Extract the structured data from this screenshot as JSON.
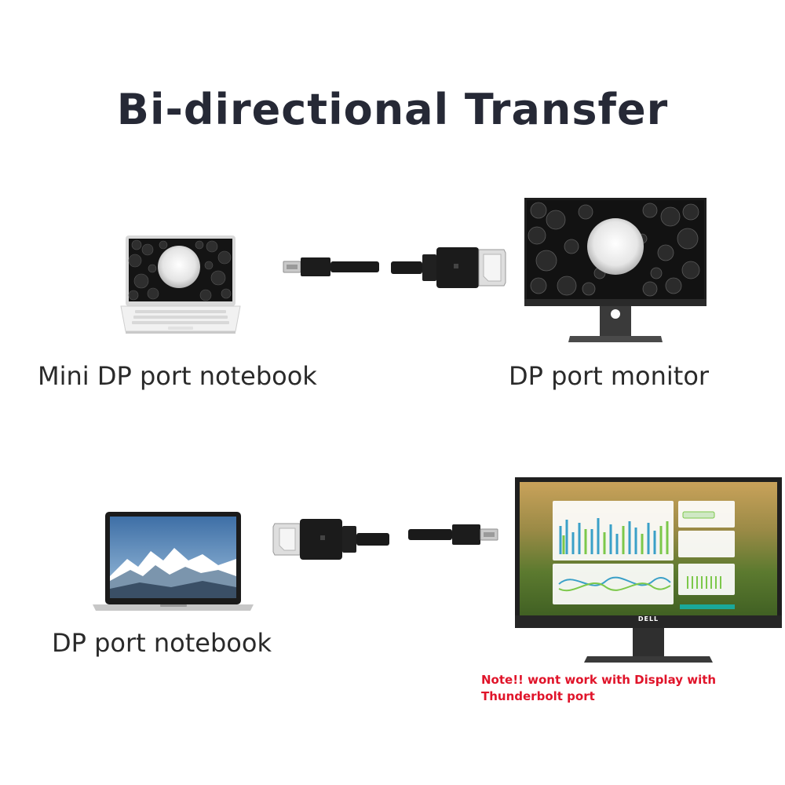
{
  "title": "Bi-directional Transfer",
  "top_row": {
    "source_label": "Mini DP port notebook",
    "target_label": "DP port monitor"
  },
  "bottom_row": {
    "source_label": "DP port notebook"
  },
  "note": "Note!! wont work with Display with Thunderbolt port",
  "monitor_brand": "DELL",
  "colors": {
    "title": "#262936",
    "note": "#e0142a",
    "cable": "#1a1a1a"
  }
}
